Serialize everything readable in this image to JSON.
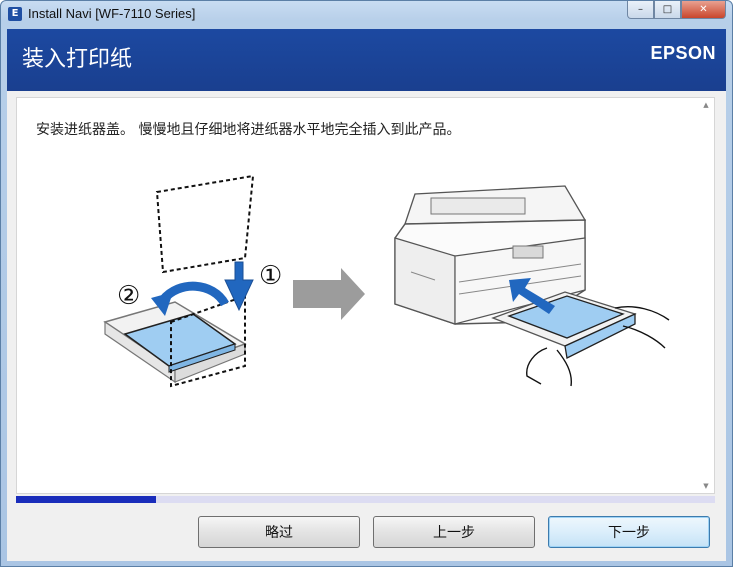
{
  "window": {
    "title": "Install Navi [WF-7110 Series]",
    "icon_letter": "E",
    "controls": {
      "minimize": "–",
      "maximize": "□",
      "close": "✕"
    }
  },
  "header": {
    "title": "装入打印纸",
    "brand": "EPSON"
  },
  "content": {
    "instruction": "安装进纸器盖。 慢慢地且仔细地将进纸器水平地完全插入到此产品。",
    "step_labels": [
      "①",
      "②"
    ],
    "scroll_up": "▲",
    "scroll_down": "▼"
  },
  "progress": {
    "fraction": 0.2
  },
  "buttons": {
    "skip": "略过",
    "back": "上一步",
    "next": "下一步"
  },
  "colors": {
    "header_bg": "#1c49a1",
    "progress_fill": "#1a2dbb",
    "paper_blue": "#9fcdf2"
  }
}
